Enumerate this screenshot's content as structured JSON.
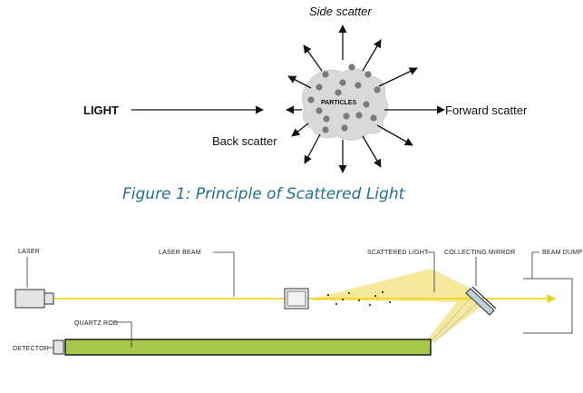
{
  "figure1": {
    "side_scatter_label": "Side scatter",
    "light_label": "LIGHT",
    "forward_scatter_label": "Forward scatter",
    "back_scatter_label": "Back scatter",
    "particles_label": "PARTICLES",
    "caption": "Figure 1: Principle of Scattered Light",
    "colors": {
      "cloud": "#d9d9d9",
      "particle": "#7a7a7a",
      "caption": "#1f6f9a"
    }
  },
  "figure2": {
    "labels": {
      "laser": "LASER",
      "laser_beam": "LASER BEAM",
      "scattered_light": "SCATTERED LIGHT",
      "collecting_mirror": "COLLECTING MIRROR",
      "beam_dump": "BEAM DUMP",
      "quartz_rod": "QUARTZ ROD",
      "detector": "DETECTOR"
    },
    "colors": {
      "beam": "#e8d400",
      "scatter_glow": "#f6e58a",
      "rod": "#a6c94a",
      "mirror": "#bcd0dc"
    }
  }
}
